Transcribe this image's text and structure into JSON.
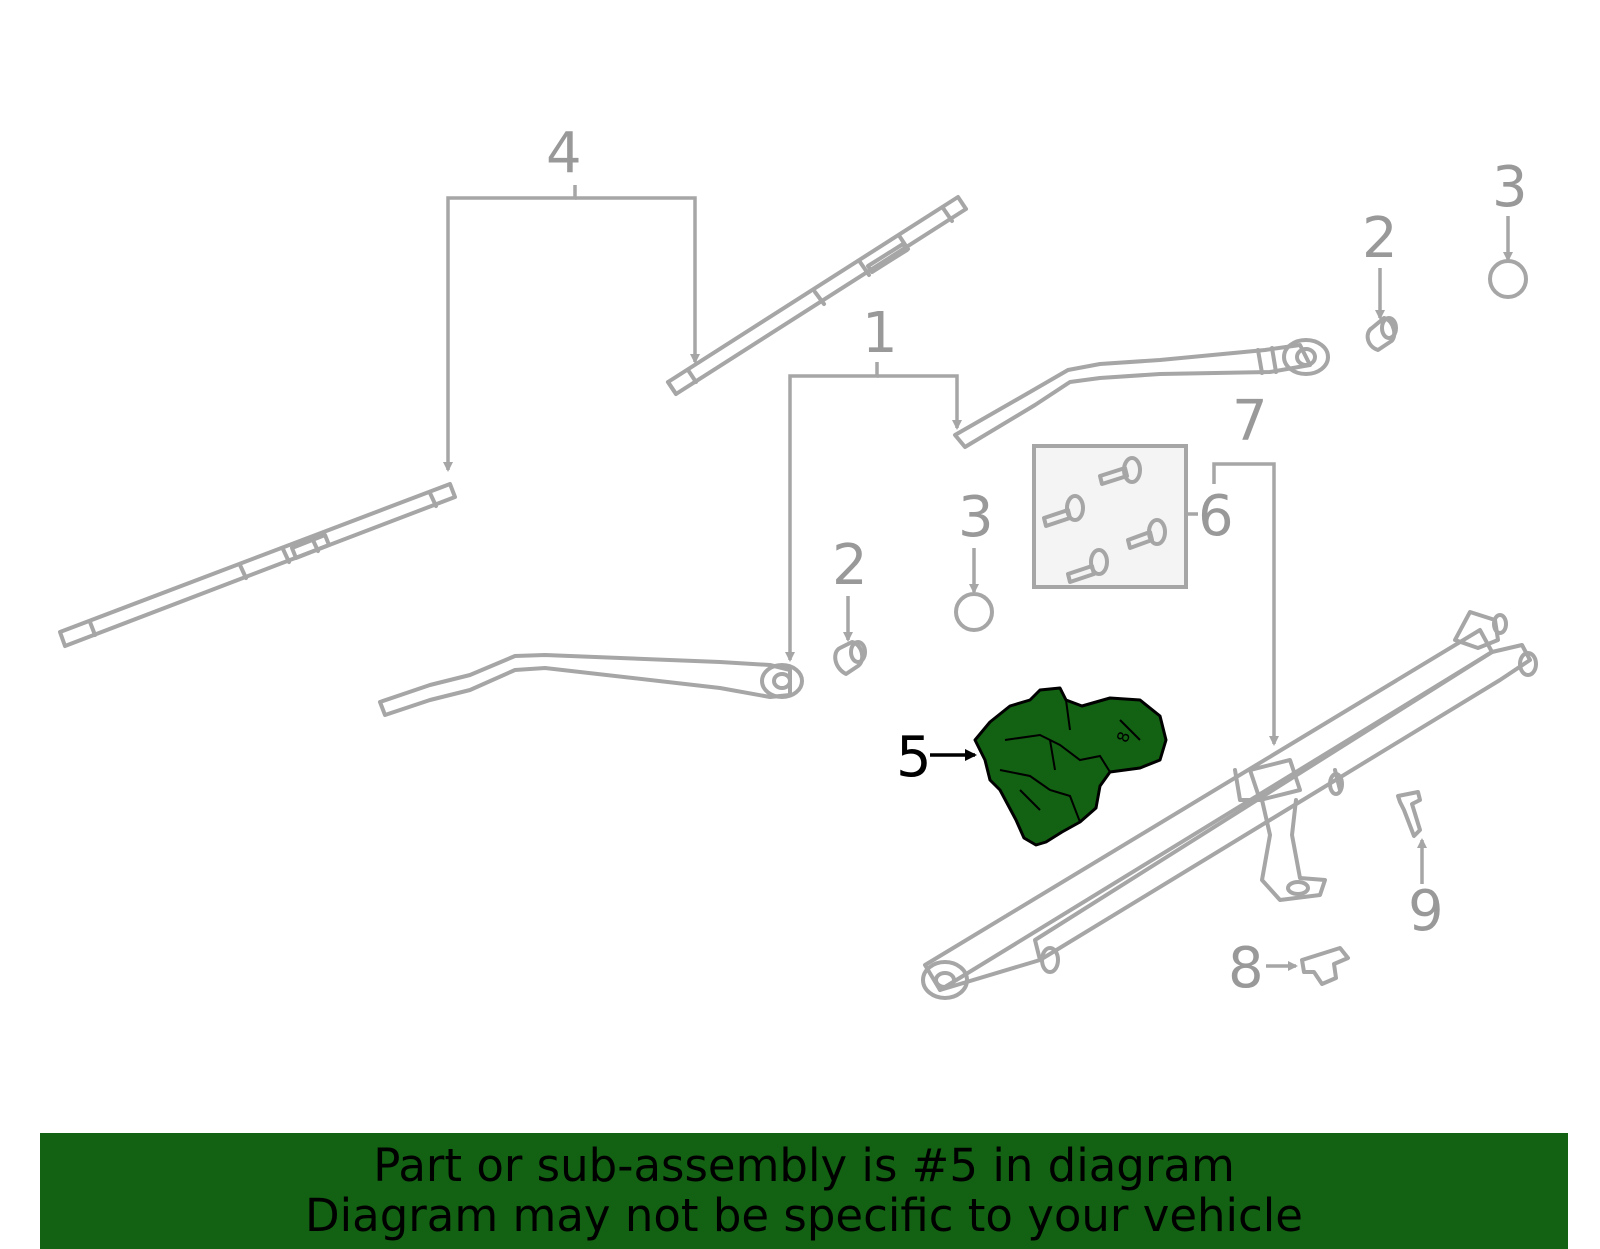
{
  "callouts": {
    "c1": "1",
    "c2a": "2",
    "c2b": "2",
    "c3a": "3",
    "c3b": "3",
    "c4": "4",
    "c5": "5",
    "c6": "6",
    "c7": "7",
    "c8": "8",
    "c9": "9"
  },
  "highlight": {
    "part_number": "5",
    "color": "#136113"
  },
  "banner": {
    "line1": "Part or sub-assembly is #5 in diagram",
    "line2": "Diagram may not be specific to your vehicle"
  },
  "colors": {
    "part_outline": "#a6a6a6",
    "callout_text": "#999999",
    "banner_bg": "#136113"
  }
}
